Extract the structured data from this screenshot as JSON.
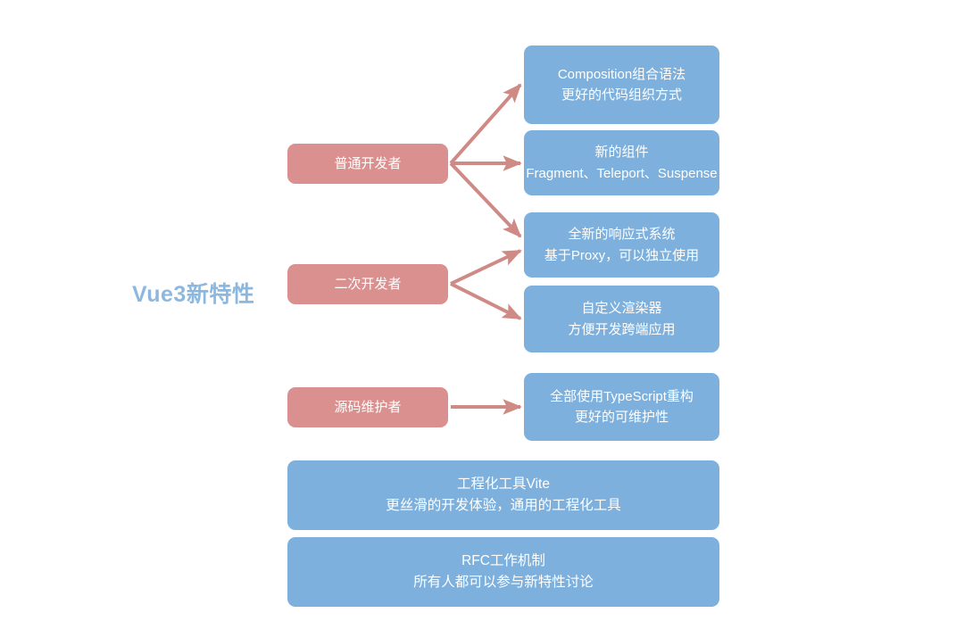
{
  "diagram": {
    "title": "Vue3新特性",
    "title_color": "#8cb8e0",
    "blue_color": "#7db0dc",
    "pink_color": "#d9908f",
    "arrow_color": "#d08a86",
    "background": "#ffffff"
  },
  "roles": [
    {
      "id": "role-common-developer",
      "label": "普通开发者"
    },
    {
      "id": "role-secondary-developer",
      "label": "二次开发者"
    },
    {
      "id": "role-source-maintainer",
      "label": "源码维护者"
    }
  ],
  "features": [
    {
      "id": "feature-composition-api",
      "line1": "Composition组合语法",
      "line2": "更好的代码组织方式"
    },
    {
      "id": "feature-new-components",
      "line1": "新的组件",
      "line2": "Fragment、Teleport、Suspense"
    },
    {
      "id": "feature-reactivity-system",
      "line1": "全新的响应式系统",
      "line2": "基于Proxy，可以独立使用"
    },
    {
      "id": "feature-custom-renderer",
      "line1": "自定义渲染器",
      "line2": "方便开发跨端应用"
    },
    {
      "id": "feature-typescript-rewrite",
      "line1": "全部使用TypeScript重构",
      "line2": "更好的可维护性"
    }
  ],
  "wide_features": [
    {
      "id": "feature-vite-tooling",
      "line1": "工程化工具Vite",
      "line2": "更丝滑的开发体验，通用的工程化工具"
    },
    {
      "id": "feature-rfc-process",
      "line1": "RFC工作机制",
      "line2": "所有人都可以参与新特性讨论"
    }
  ]
}
